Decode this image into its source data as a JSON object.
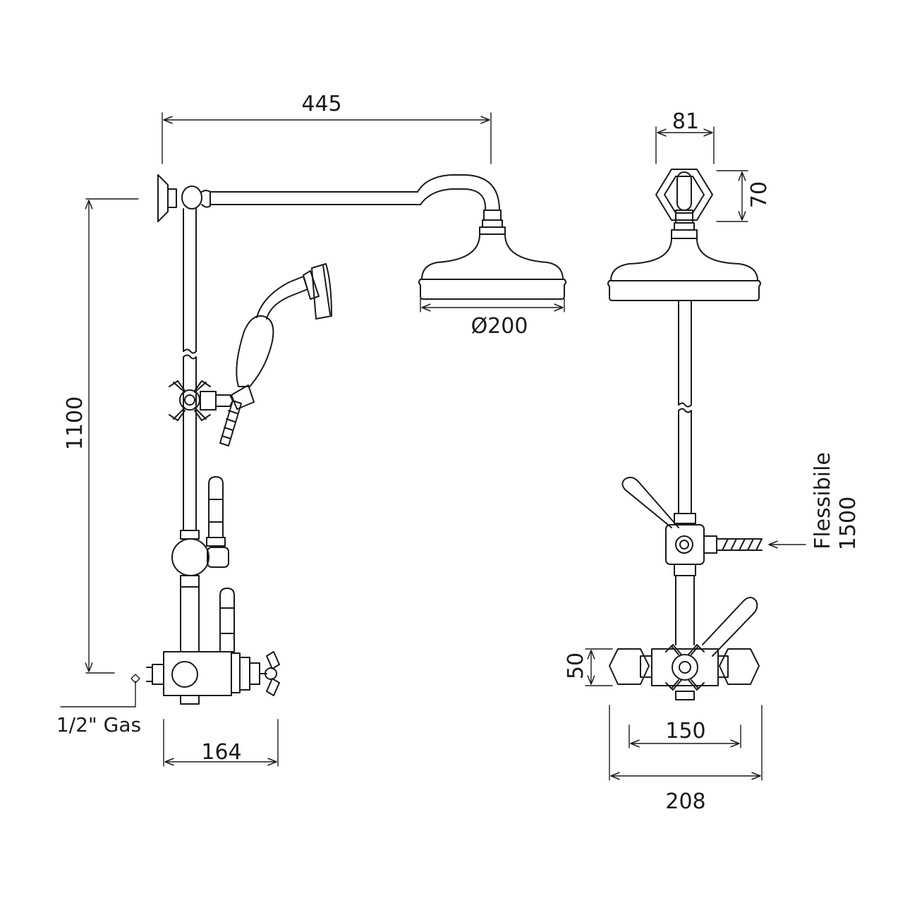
{
  "side_view": {
    "width_overall": "445",
    "height_overall": "1100",
    "shower_head_diameter": "Ø200",
    "connection_label": "1/2\" Gas",
    "valve_depth": "164"
  },
  "front_view": {
    "mount_width": "81",
    "mount_height": "70",
    "hose_label_line1": "Flessibile",
    "hose_label_line2": "1500",
    "valve_height": "50",
    "centres": "150",
    "valve_width": "208"
  }
}
